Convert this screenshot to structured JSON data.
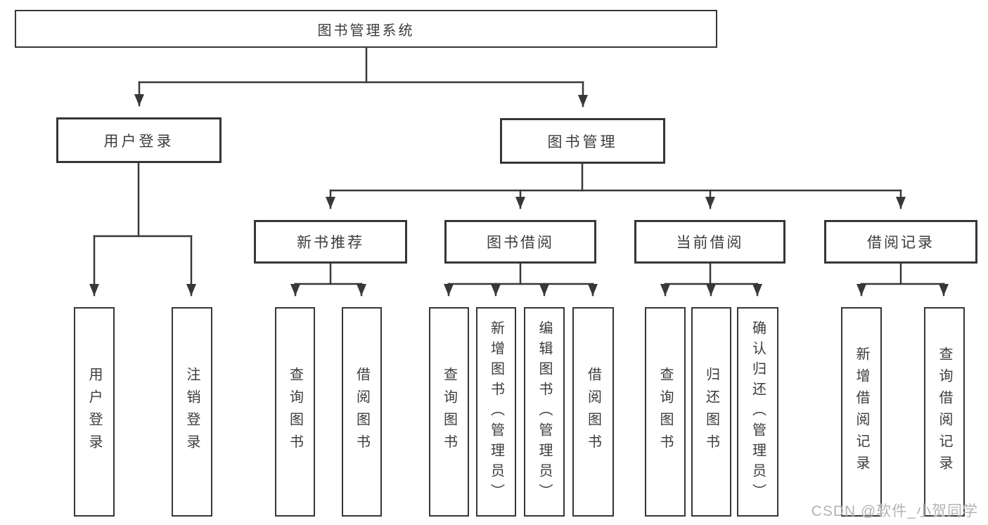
{
  "diagram": {
    "root": {
      "label": "图书管理系统"
    },
    "level2": [
      {
        "label": "用户登录",
        "children": [
          {
            "label": "用户登录"
          },
          {
            "label": "注销登录"
          }
        ]
      },
      {
        "label": "图书管理",
        "children": [
          {
            "label": "新书推荐",
            "children": [
              {
                "label": "查询图书"
              },
              {
                "label": "借阅图书"
              }
            ]
          },
          {
            "label": "图书借阅",
            "children": [
              {
                "label": "查询图书"
              },
              {
                "label": "新增图书（管理员）"
              },
              {
                "label": "编辑图书（管理员）"
              },
              {
                "label": "借阅图书"
              }
            ]
          },
          {
            "label": "当前借阅",
            "children": [
              {
                "label": "查询图书"
              },
              {
                "label": "归还图书"
              },
              {
                "label": "确认归还（管理员）"
              }
            ]
          },
          {
            "label": "借阅记录",
            "children": [
              {
                "label": "新增借阅记录"
              },
              {
                "label": "查询借阅记录"
              }
            ]
          }
        ]
      }
    ],
    "watermark": "CSDN @软件_小贺同学",
    "colors": {
      "line": "#383838",
      "border": "#363636",
      "text": "#3c3c3c",
      "background": "#ffffff",
      "watermark": "#b3b3b3"
    }
  }
}
